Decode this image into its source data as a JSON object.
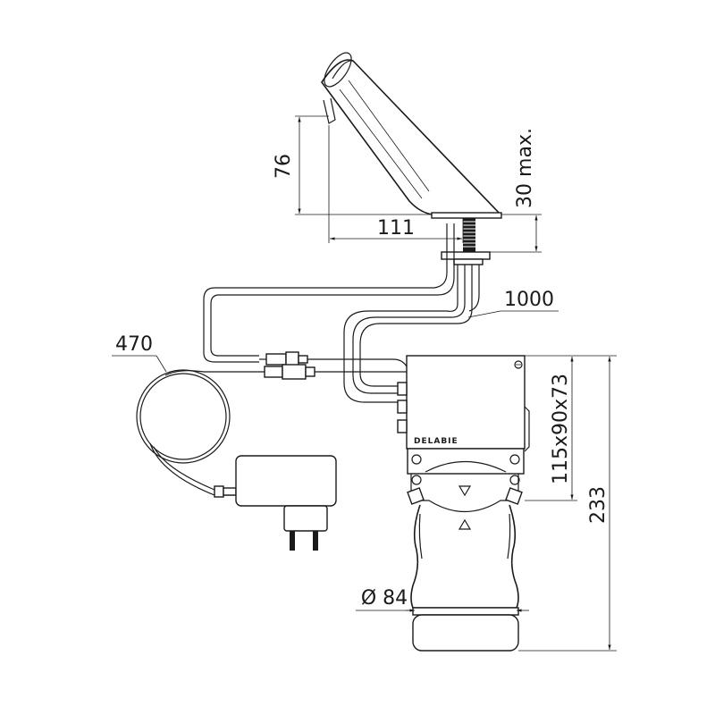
{
  "diagram": {
    "dimensions": {
      "faucet_height": "76",
      "spout_reach": "111",
      "deck_thickness": "30 max.",
      "hose_length": "1000",
      "cable_length": "470",
      "box_size": "115x90x73",
      "total_height": "233",
      "diameter": "Ø 84"
    },
    "brand": "DELABIE"
  }
}
